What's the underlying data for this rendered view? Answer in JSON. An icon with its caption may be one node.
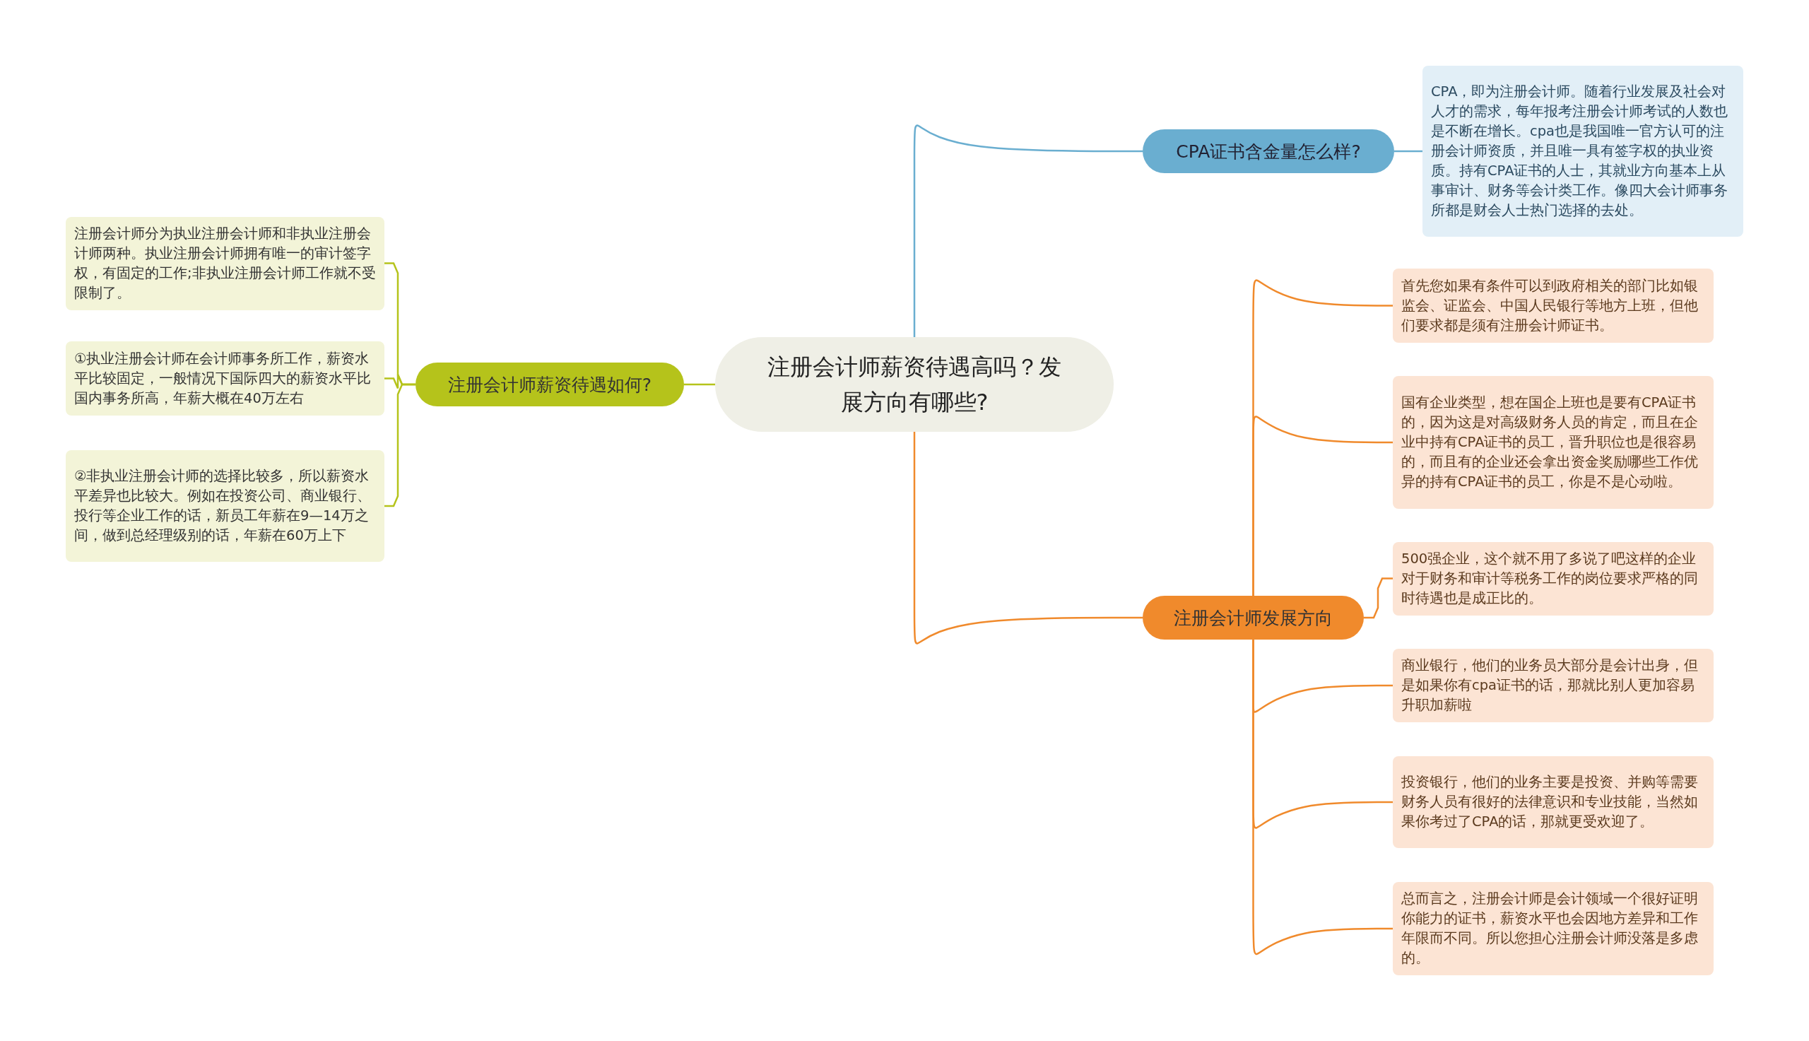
{
  "diagram": {
    "nodes": [
      {
        "text": [
          "注册会计师薪资待遇高吗？发展方向有哪些?"
        ]
      },
      {
        "text": [
          "注册会计师薪资待遇如何?"
        ]
      },
      {
        "text": [
          "注册会计师分为执业注册会计师和非执业注册会计师两种。执业注册会计师拥有唯一的审计签字权，有固定的工作;非执业注册会计师工作就不受限制了。"
        ]
      },
      {
        "text": [
          "①执业注册会计师在会计师事务所工作，薪资水平比较固定，一般情况下国际四大的薪资水平比国内事务所高，年薪大概在40万左右"
        ]
      },
      {
        "text": [
          "②非执业注册会计师的选择比较多，所以薪资水平差异也比较大。例如在投资公司、商业银行、投行等企业工作的话，新员工年薪在9—14万之间，做到总经理级别的话，年薪在60万上下"
        ]
      },
      {
        "text": [
          "CPA证书含金量怎么样?"
        ]
      },
      {
        "text": [
          "CPA，即为注册会计师。随着行业发展及社会对人才的需求，每年报考注册会计师考试的人数也是不断在增长。cpa也是我国唯一官方认可的注册会计师资质，并且唯一具有签字权的执业资质。持有CPA证书的人士，其就业方向基本上从事审计、财务等会计类工作。像四大会计师事务所都是财会人士热门选择的去处。"
        ]
      },
      {
        "text": [
          "注册会计师发展方向"
        ]
      },
      {
        "text": [
          "首先您如果有条件可以到政府相关的部门比如银监会、证监会、中国人民银行等地方上班，但他们要求都是须有注册会计师证书。"
        ]
      },
      {
        "text": [
          "国有企业类型，想在国企上班也是要有CPA证书的，因为这是对高级财务人员的肯定，而且在企业中持有CPA证书的员工，晋升职位也是很容易的，而且有的企业还会拿出资金奖励哪些工作优异的持有CPA证书的员工，你是不是心动啦。"
        ]
      },
      {
        "text": [
          "500强企业，这个就不用了多说了吧这样的企业对于财务和审计等税务工作的岗位要求严格的同时待遇也是成正比的。"
        ]
      },
      {
        "text": [
          "商业银行，他们的业务员大部分是会计出身，但是如果你有cpa证书的话，那就比别人更加容易升职加薪啦"
        ]
      },
      {
        "text": [
          "投资银行，他们的业务主要是投资、并购等需要财务人员有很好的法律意识和专业技能，当然如果你考过了CPA的话，那就更受欢迎了。"
        ]
      },
      {
        "text": [
          "总而言之，注册会计师是会计领域一个很好证明你能力的证书，薪资水平也会因地方差异和工作年限而不同。所以您担心注册会计师没落是多虑的。"
        ]
      }
    ],
    "edges": [
      {
        "from": 0,
        "to": 1,
        "arrow": "none",
        "color": "#b5c31b"
      },
      {
        "from": 1,
        "to": 2,
        "arrow": "none",
        "color": "#b5c31b"
      },
      {
        "from": 1,
        "to": 3,
        "arrow": "none",
        "color": "#b5c31b"
      },
      {
        "from": 1,
        "to": 4,
        "arrow": "none",
        "color": "#b5c31b"
      },
      {
        "from": 0,
        "to": 5,
        "arrow": "none",
        "color": "#6aaed0"
      },
      {
        "from": 5,
        "to": 6,
        "arrow": "none",
        "color": "#6aaed0"
      },
      {
        "from": 0,
        "to": 7,
        "arrow": "none"
      },
      {
        "from": 7,
        "to": 8,
        "arrow": "none"
      },
      {
        "from": 7,
        "to": 9,
        "arrow": "none"
      },
      {
        "from": 7,
        "to": 10,
        "arrow": "none"
      },
      {
        "from": 7,
        "to": 11,
        "arrow": "none"
      },
      {
        "from": 7,
        "to": 12,
        "arrow": "none"
      },
      {
        "from": 7,
        "to": 13,
        "arrow": "none"
      }
    ]
  }
}
